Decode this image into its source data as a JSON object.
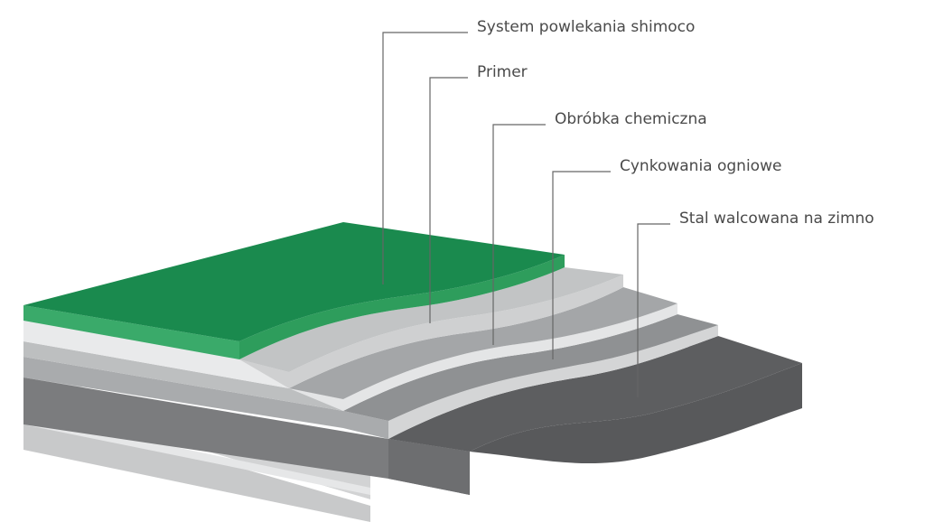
{
  "layers": [
    {
      "id": "coating",
      "label": "System powlekania shimoco",
      "color": "#1a8a4e"
    },
    {
      "id": "primer",
      "label": "Primer",
      "color": "#c4c6c7"
    },
    {
      "id": "chemical",
      "label": "Obróbka chemiczna",
      "color": "#a3a5a7"
    },
    {
      "id": "galvanizing",
      "label": "Cynkowania ogniowe",
      "color": "#8c8e90"
    },
    {
      "id": "steel",
      "label": "Stal walcowana na zimno",
      "color": "#58595b"
    }
  ],
  "colors": {
    "leader_line": "#666666",
    "label_text": "#4a4a4a"
  }
}
